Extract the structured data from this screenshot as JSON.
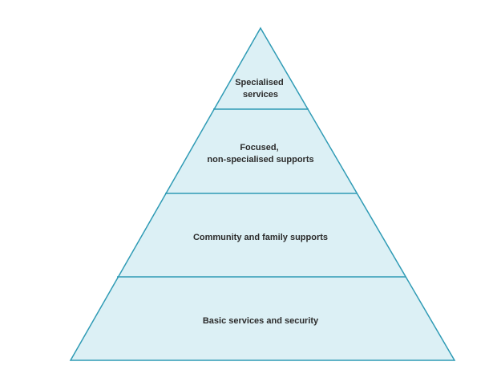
{
  "diagram": {
    "type": "pyramid",
    "colors": {
      "fill": "#dcf0f5",
      "stroke": "#2f9bb5",
      "text": "#2b2b2b"
    },
    "tiers": [
      {
        "lines": [
          "Specialised",
          "services"
        ]
      },
      {
        "lines": [
          "Focused,",
          "non-specialised supports"
        ]
      },
      {
        "lines": [
          "Community and family supports"
        ]
      },
      {
        "lines": [
          "Basic services and security"
        ]
      }
    ]
  }
}
